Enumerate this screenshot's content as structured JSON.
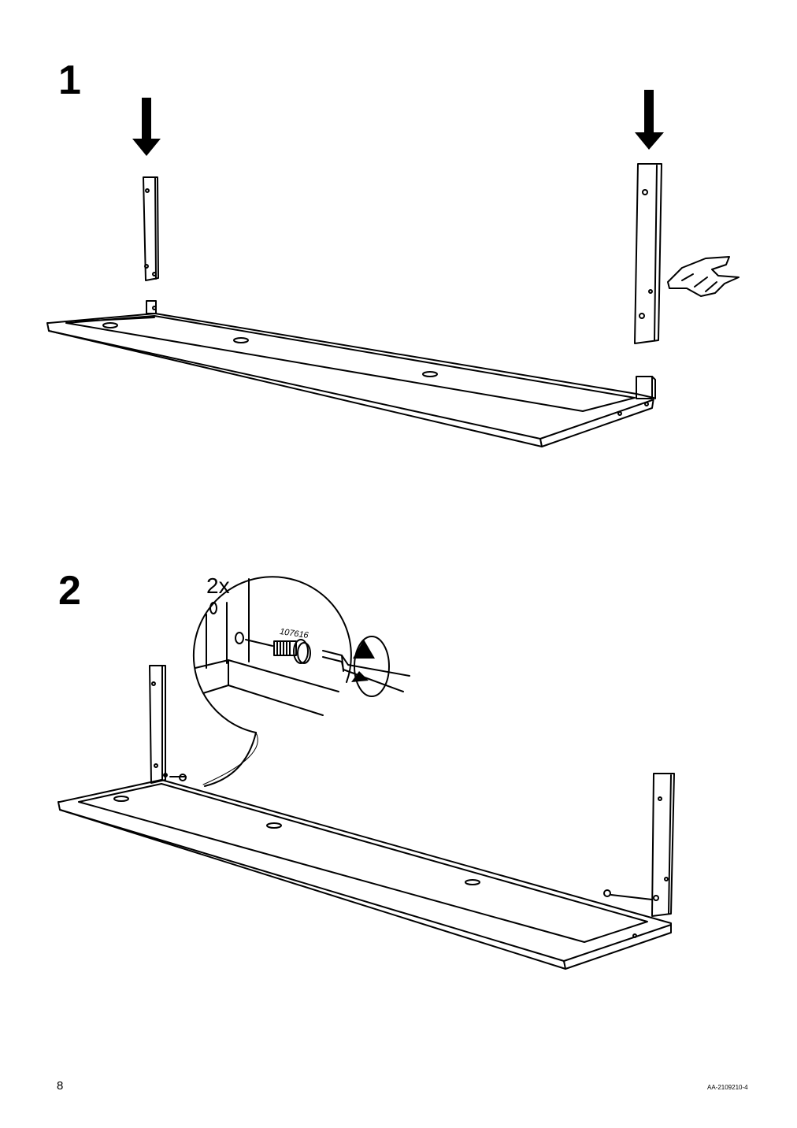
{
  "steps": [
    {
      "number": "1"
    },
    {
      "number": "2",
      "quantity": "2x",
      "part_number": "107616"
    }
  ],
  "footer": {
    "page_number": "8",
    "document_id": "AA-2109210-4"
  },
  "icons": [
    "arrow-down-icon",
    "pointing-hand-icon",
    "screwdriver-icon",
    "rotate-clockwise-icon",
    "screw-icon"
  ]
}
